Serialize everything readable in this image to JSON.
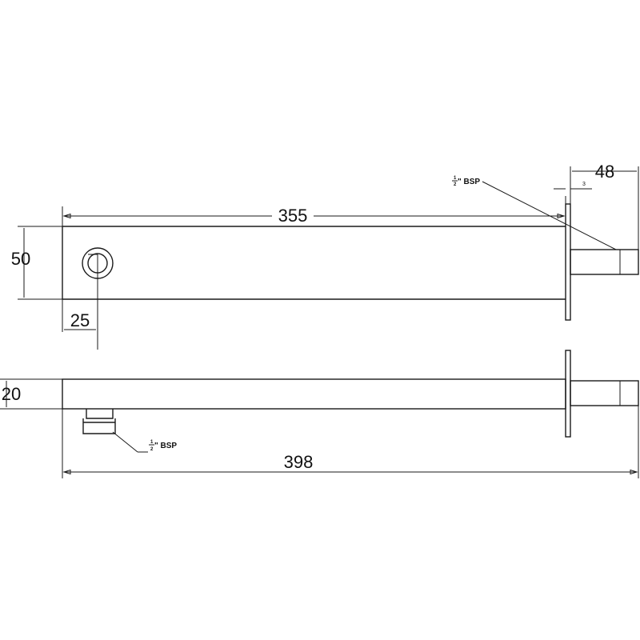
{
  "dimensions": {
    "length_top": "355",
    "height_top": "50",
    "outlet_offset": "25",
    "flange_depth": "48",
    "flange_thickness": "3",
    "height_side": "20",
    "length_total": "398"
  },
  "labels": {
    "thread_top": {
      "numerator": "1",
      "denominator": "2",
      "text": "\" BSP"
    },
    "thread_side": {
      "numerator": "1",
      "denominator": "2",
      "text": "\" BSP"
    }
  }
}
